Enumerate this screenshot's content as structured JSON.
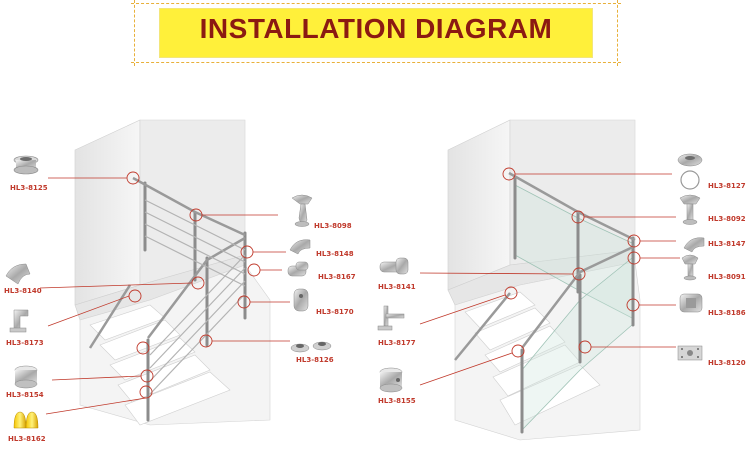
{
  "title": "INSTALLATION DIAGRAM",
  "colors": {
    "title_bg": "#fff03a",
    "title_text": "#8b1a12",
    "frame": "#e8b03a",
    "label": "#c0392b",
    "leader": "#c0392b"
  },
  "left_parts": {
    "p8125": "HL3-8125",
    "p8098": "HL3-8098",
    "p8148": "HL3-8148",
    "p8167": "HL3-8167",
    "p8140": "HL3-8140",
    "p8170": "HL3-8170",
    "p8173": "HL3-8173",
    "p8126": "HL3-8126",
    "p8154": "HL3-8154",
    "p8162": "HL3-8162"
  },
  "right_parts": {
    "p8127": "HL3-8127",
    "p8092": "HL3-8092",
    "p8147": "HL3-8147",
    "p8141": "HL3-8141",
    "p8091": "HL3-8091",
    "p8177": "HL3-8177",
    "p8186": "HL3-8186",
    "p8120": "HL3-8120",
    "p8155": "HL3-8155"
  }
}
